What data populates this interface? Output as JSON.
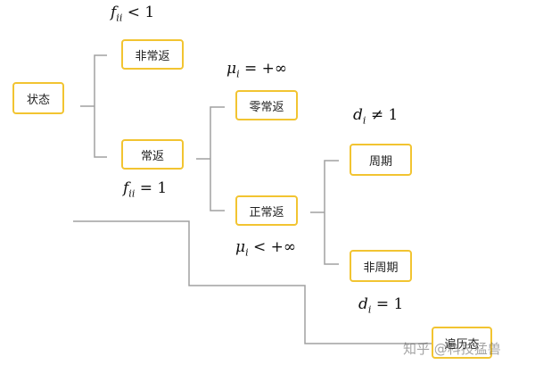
{
  "nodes": {
    "state": "状态",
    "transient": "非常返",
    "recurrent": "常返",
    "null_recurrent": "零常返",
    "positive_recurrent": "正常返",
    "periodic": "周期",
    "aperiodic": "非周期",
    "ergodic": "遍历态"
  },
  "conditions": {
    "f_lt": {
      "var": "f",
      "sub": "ii",
      "rest": " < 1"
    },
    "f_eq": {
      "var": "f",
      "sub": "ii",
      "rest": " = 1"
    },
    "mu_inf": {
      "var": "μ",
      "sub": "i",
      "rest": " = +∞"
    },
    "mu_lt": {
      "var": "μ",
      "sub": "i",
      "rest": " < +∞"
    },
    "d_ne": {
      "var": "d",
      "sub": "i",
      "rest": " ≠ 1"
    },
    "d_eq": {
      "var": "d",
      "sub": "i",
      "rest": " = 1"
    }
  },
  "watermark": "知乎 @科技猛兽",
  "colors": {
    "node_border": "#f2c431",
    "line": "#a0a0a0",
    "text": "#222222"
  }
}
